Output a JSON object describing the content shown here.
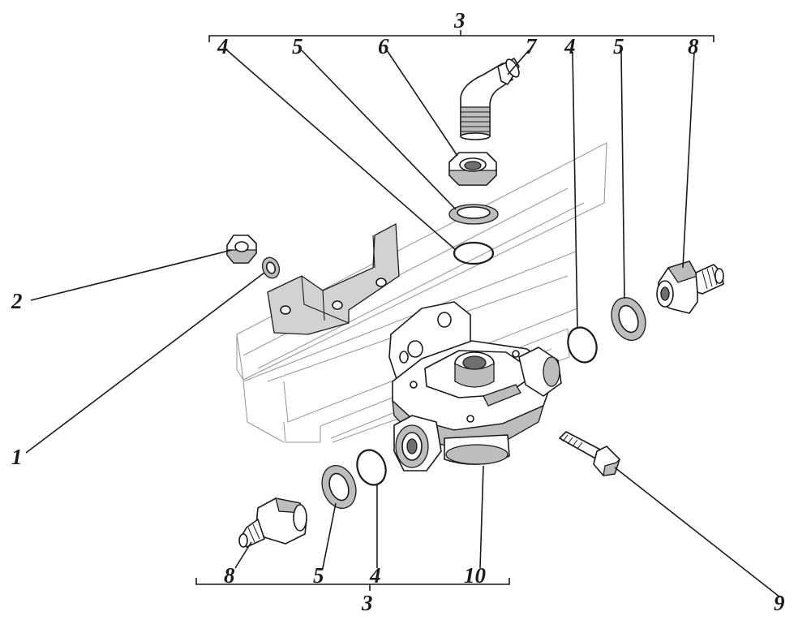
{
  "labels": {
    "top_group": "3",
    "bottom_group": "3",
    "top_seal_4": "4",
    "top_washer_5": "5",
    "top_nut_6": "6",
    "elbow_7": "7",
    "right_seal_4": "4",
    "right_washer_5": "5",
    "right_union_8": "8",
    "nut_2": "2",
    "washer_1": "1",
    "bottom_union_8": "8",
    "bottom_washer_5": "5",
    "bottom_seal_4": "4",
    "valve_body_10": "10",
    "bolt_9": "9"
  }
}
